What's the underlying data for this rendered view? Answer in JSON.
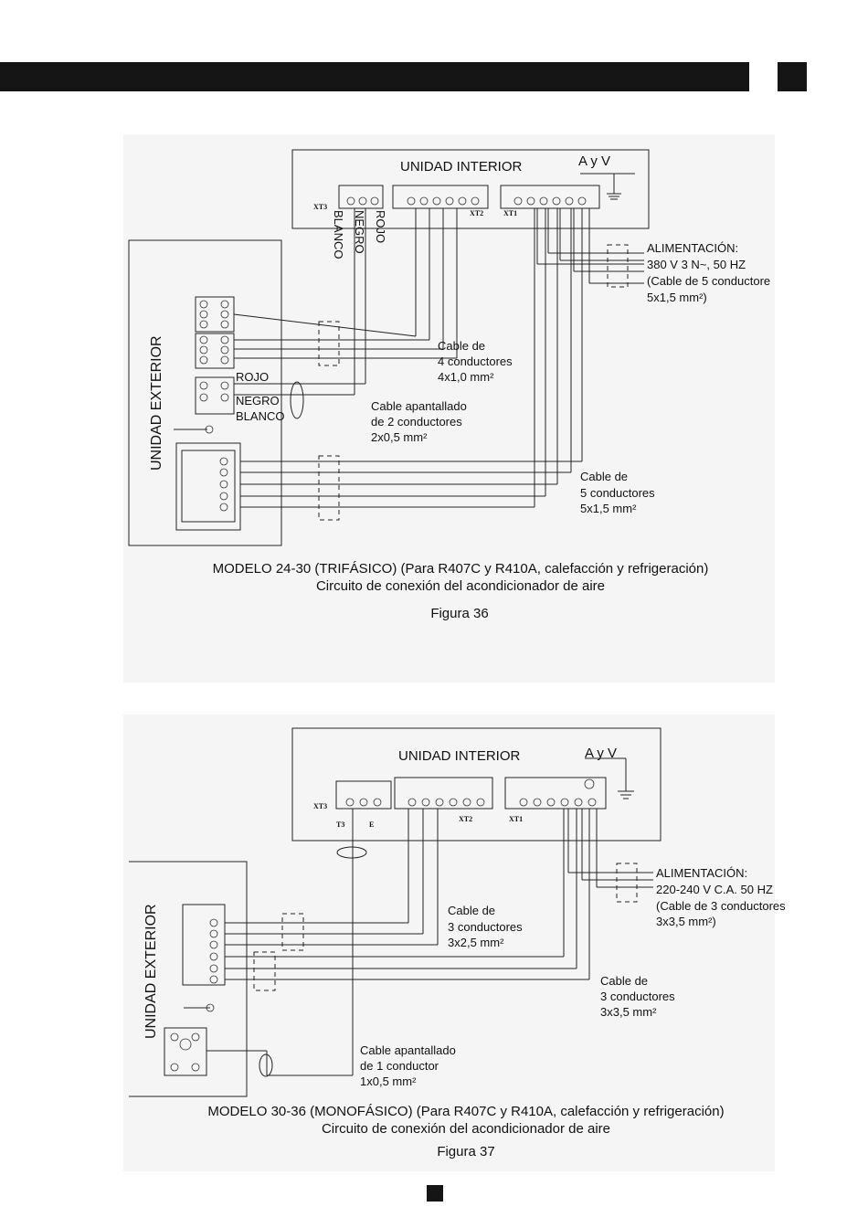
{
  "figure36": {
    "indoor_title": "UNIDAD INTERIOR",
    "outdoor_title": "UNIDAD EXTERIOR",
    "ground_label": "A y V",
    "xt3": "XT3",
    "xt2": "XT2",
    "xt1": "XT1",
    "wire_rojo_v": "ROJO",
    "wire_negro_v": "NEGRO",
    "wire_blanco_v": "BLANCO",
    "wire_rojo": "ROJO",
    "wire_negro": "NEGRO",
    "wire_blanco": "BLANCO",
    "power": [
      "ALIMENTACIÓN:",
      "380 V 3 N~, 50 HZ",
      "(Cable de 5 conductore",
      "5x1,5 mm²)"
    ],
    "cable4": [
      "Cable de",
      "4 conductores",
      "4x1,0 mm²"
    ],
    "shield2": [
      "Cable apantallado",
      "de 2 conductores",
      "2x0,5 mm²"
    ],
    "cable5": [
      "Cable de",
      "5 conductores",
      "5x1,5 mm²"
    ],
    "caption1": "MODELO 24-30 (TRIFÁSICO) (Para R407C y R410A, calefacción y refrigeración)",
    "caption2": "Circuito de conexión del acondicionador de aire",
    "figure_label": "Figura 36"
  },
  "figure37": {
    "indoor_title": "UNIDAD INTERIOR",
    "outdoor_title": "UNIDAD EXTERIOR",
    "ground_label": "A y V",
    "xt3": "XT3",
    "xt2": "XT2",
    "xt1": "XT1",
    "t3": "T3",
    "e": "E",
    "power": [
      "ALIMENTACIÓN:",
      "220-240 V C.A. 50 HZ",
      "(Cable de 3 conductores",
      "3x3,5 mm²)"
    ],
    "cable3a": [
      "Cable de",
      "3 conductores",
      "3x2,5 mm²"
    ],
    "cable3b": [
      "Cable de",
      "3 conductores",
      "3x3,5 mm²"
    ],
    "shield1": [
      "Cable apantallado",
      "de 1 conductor",
      "1x0,5 mm²"
    ],
    "caption1": "MODELO 30-36 (MONOFÁSICO) (Para R407C y R410A, calefacción y refrigeración)",
    "caption2": "Circuito de conexión del acondicionador de aire",
    "figure_label": "Figura 37"
  },
  "colors": {
    "bar": "#151515",
    "panel": "#f5f5f5",
    "line": "#222222"
  }
}
